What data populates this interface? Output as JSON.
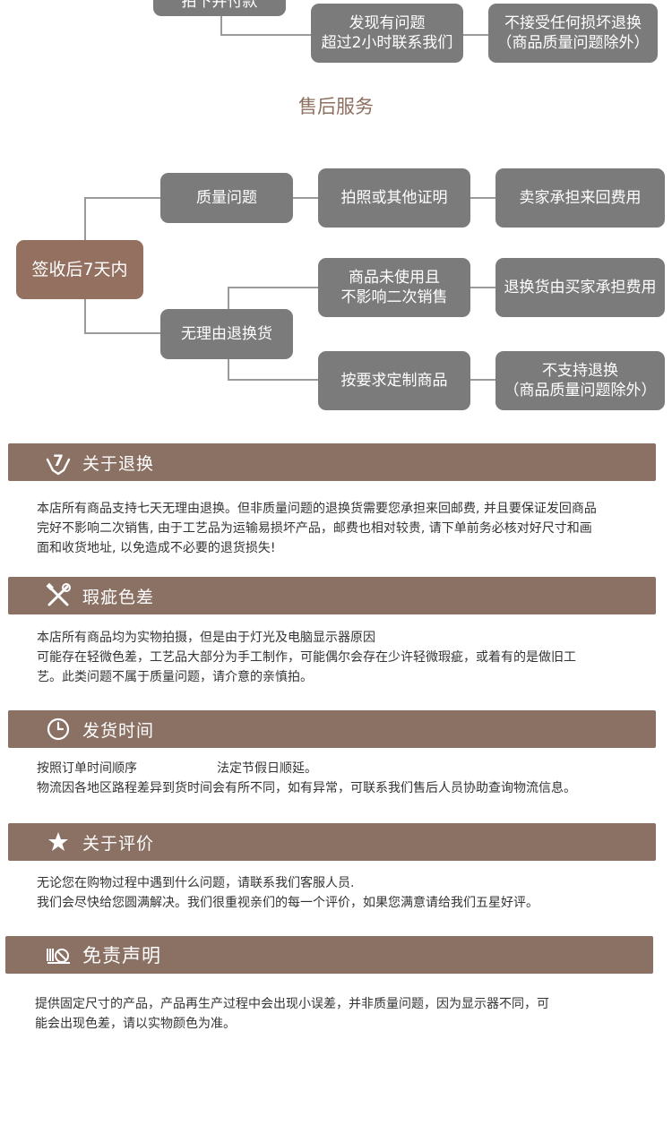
{
  "top_flow": {
    "partial_box": "拍下并付款",
    "problem_box": [
      "发现有问题",
      "超过2小时联系我们"
    ],
    "reject_box": [
      "不接受任何损坏退换",
      "（商品质量问题除外）"
    ]
  },
  "after_sales": {
    "title": "售后服务",
    "root": "签收后7天内",
    "quality": "质量问题",
    "photo": "拍照或其他证明",
    "seller_pays": "卖家承担来回费用",
    "no_reason": "无理由退换货",
    "unused": [
      "商品未使用且",
      "不影响二次销售"
    ],
    "buyer_pays": "退换货由买家承担费用",
    "custom": "按要求定制商品",
    "no_return": [
      "不支持退换",
      "（商品质量问题除外）"
    ]
  },
  "sections": [
    {
      "title": "关于退换",
      "icon": "hand-seven-icon",
      "lines": [
        "本店所有商品支持七天无理由退换。但非质量问题的退换货需要您承担来回邮费, 并且要保证发回商品",
        "完好不影响二次销售, 由于工艺品为运输易损坏产品，邮费也相对较贵, 请下单前务必核对好尺寸和画",
        "面和收货地址, 以免造成不必要的退货损失!"
      ]
    },
    {
      "title": "瑕疵色差",
      "icon": "tools-icon",
      "lines": [
        "本店所有商品均为实物拍摄，但是由于灯光及电脑显示器原因",
        "可能存在轻微色差，工艺品大部分为手工制作，可能偶尔会存在少许轻微瑕疵，或着有的是做旧工",
        "艺。此类问题不属于质量问题，请介意的亲慎拍。"
      ]
    },
    {
      "title": "发货时间",
      "icon": "clock-icon",
      "lines": [
        "按照订单时间顺序                    法定节假日顺延。",
        "物流因各地区路程差异到货时间会有所不同，如有异常，可联系我们售后人员协助查询物流信息。"
      ]
    },
    {
      "title": "关于评价",
      "icon": "star-icon",
      "lines": [
        "无论您在购物过程中遇到什么问题，请联系我们客服人员.",
        "我们会尽快给您圆满解决。我们很重视亲们的每一个评价，如果您满意请给我们五星好评。"
      ]
    },
    {
      "title": "免责声明",
      "icon": "disclaimer-icon",
      "lines": [
        "提供固定尺寸的产品，产品再生产过程中会出现小误差，并非质量问题，因为显示器不同，可",
        "能会出现色差，请以实物颜色为准。"
      ]
    }
  ]
}
